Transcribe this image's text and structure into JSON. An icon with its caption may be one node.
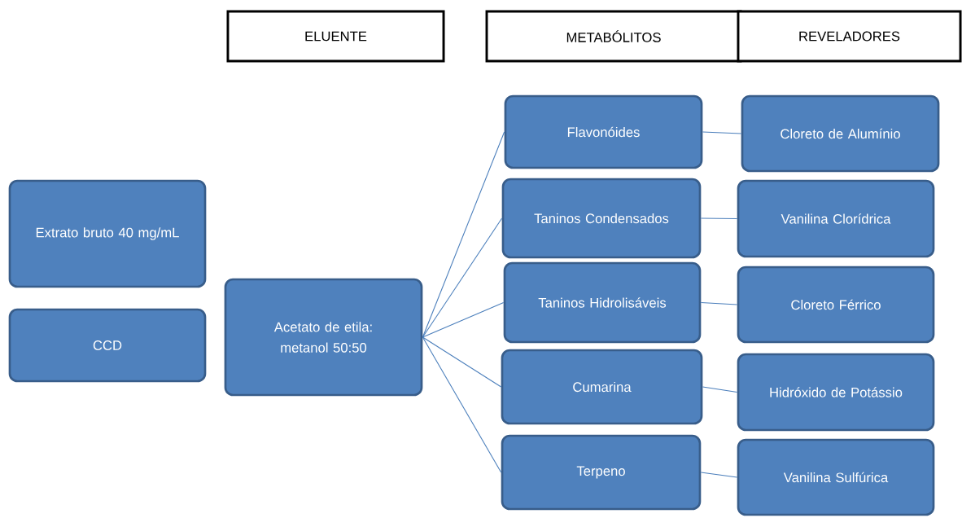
{
  "diagram": {
    "nodes": [
      {
        "text": [
          "ELUENTE"
        ]
      },
      {
        "text": [
          "METABÓLITOS"
        ]
      },
      {
        "text": [
          "REVELADORES"
        ]
      },
      {
        "text": [
          "Extrato bruto 40 mg/mL"
        ]
      },
      {
        "text": [
          "CCD"
        ]
      },
      {
        "text": [
          "Acetato de etila: metanol 50:50"
        ]
      },
      {
        "text": [
          "Flavonóides"
        ]
      },
      {
        "text": [
          "Taninos Condensados"
        ]
      },
      {
        "text": [
          "Taninos Hidrolisáveis"
        ]
      },
      {
        "text": [
          "Cumarina"
        ]
      },
      {
        "text": [
          "Terpeno"
        ]
      },
      {
        "text": [
          "Cloreto de Alumínio"
        ]
      },
      {
        "text": [
          "Vanilina Clorídrica"
        ]
      },
      {
        "text": [
          "Cloreto Férrico"
        ]
      },
      {
        "text": [
          "Hidróxido de Potássio"
        ]
      },
      {
        "text": [
          "Vanilina Sulfúrica"
        ]
      }
    ],
    "edges": [
      {
        "from": 5,
        "to": 6,
        "arrow": "none"
      },
      {
        "from": 5,
        "to": 7,
        "arrow": "none"
      },
      {
        "from": 5,
        "to": 8,
        "arrow": "none"
      },
      {
        "from": 5,
        "to": 9,
        "arrow": "none"
      },
      {
        "from": 5,
        "to": 10,
        "arrow": "none"
      },
      {
        "from": 6,
        "to": 11,
        "arrow": "none"
      },
      {
        "from": 7,
        "to": 12,
        "arrow": "none"
      },
      {
        "from": 8,
        "to": 13,
        "arrow": "none"
      },
      {
        "from": 9,
        "to": 14,
        "arrow": "none"
      },
      {
        "from": 10,
        "to": 15,
        "arrow": "none"
      }
    ]
  }
}
